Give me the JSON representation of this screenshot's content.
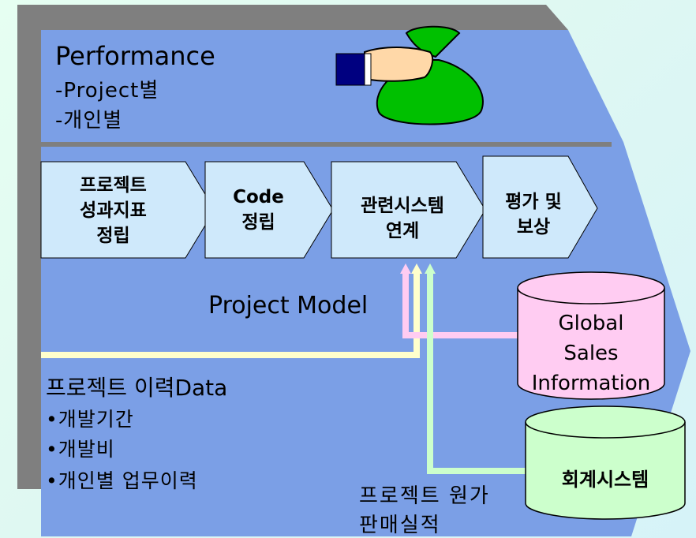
{
  "performance": {
    "title": "Performance",
    "items": [
      "-Project별",
      "-개인별"
    ]
  },
  "process_steps": [
    {
      "lines": [
        "프로젝트",
        "성과지표",
        "정립"
      ]
    },
    {
      "lines": [
        "Code",
        "정립"
      ]
    },
    {
      "lines": [
        "관련시스템",
        "연계"
      ]
    },
    {
      "lines": [
        "평가 및",
        "보상"
      ]
    }
  ],
  "model_label": "Project Model",
  "databases": {
    "global_sales": {
      "lines": [
        "Global",
        "Sales",
        "Information"
      ],
      "color": "#ffccf2"
    },
    "accounting": {
      "label": "회계시스템",
      "color": "#ccffcc"
    }
  },
  "history": {
    "title": "프로젝트 이력Data",
    "bullets": [
      "•개발기간",
      "•개발비",
      "•개인별 업무이력"
    ]
  },
  "cost_labels": [
    "프로젝트 원가",
    "판매실적"
  ],
  "icons": [
    "money-bag-hand-icon"
  ],
  "colors": {
    "panel": "#7b9fe6",
    "shadow": "#7f7f7f",
    "step_fill": "#cfe9fb",
    "line_yellow": "#ffffcc",
    "line_pink": "#ffccf2",
    "line_green": "#ccffcc"
  }
}
